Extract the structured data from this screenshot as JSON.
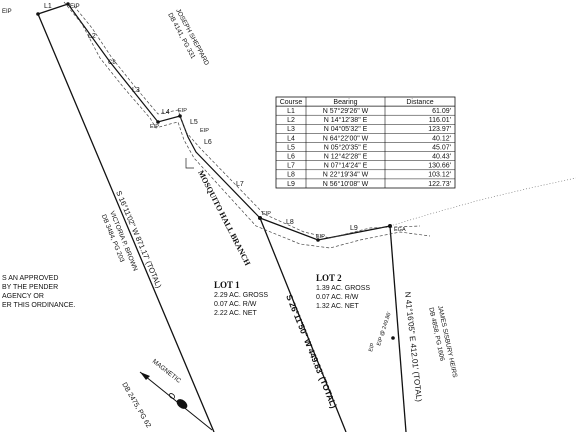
{
  "course_table": {
    "headers": [
      "Course",
      "Bearing",
      "Distance"
    ],
    "rows": [
      [
        "L1",
        "N 57°29'26\" W",
        "61.09'"
      ],
      [
        "L2",
        "N 14°12'38\" E",
        "116.01'"
      ],
      [
        "L3",
        "N 04°05'32\" E",
        "123.97'"
      ],
      [
        "L4",
        "N 64°22'00\" W",
        "40.12'"
      ],
      [
        "L5",
        "N 05°20'35\" E",
        "45.07'"
      ],
      [
        "L6",
        "N 12°42'28\" E",
        "40.43'"
      ],
      [
        "L7",
        "N 07°14'24\" E",
        "130.66'"
      ],
      [
        "L8",
        "N 22°19'34\" W",
        "103.12'"
      ],
      [
        "L9",
        "N 56°10'08\" W",
        "122.73'"
      ]
    ]
  },
  "line_labels": [
    "L1",
    "L2",
    "L3",
    "L4",
    "L5",
    "L6",
    "L7",
    "L8",
    "L9"
  ],
  "point_labels": {
    "eip_top_left": "EIP",
    "eip_top_right": "EIP",
    "eip_l4": "EIP",
    "eip_l5": "EIP",
    "eip_l6": "EIP",
    "eip_branch": "EIP",
    "eip_l8": "EIP",
    "ega": "EGA",
    "eip_right_line": "EIP"
  },
  "adjoiners": {
    "sheppard_name": "JOSEPH SHEPPARD",
    "sheppard_deed": "DB 4141, PG 331",
    "brown_name": "VICTORIA P. BROWN",
    "brown_deed": "DB 3484, PG 203",
    "sisbury_name": "JAMES SISBURY HEIRS",
    "sisbury_deed": "DB 4858, PG 1606"
  },
  "branch_label": "MOSQUITO HALL BRANCH",
  "boundary_labels": {
    "west": "S 16°11'02\" W 871.17' (TOTAL)",
    "middle": "S 26°11'50\" W 449.83' (TOTAL)",
    "east": "N 41°16'05\" E 412.01' (TOTAL)"
  },
  "lots": [
    {
      "title": "LOT 1",
      "gross": "2.29 AC. GROSS",
      "rw": "0.07 AC. R/W",
      "net": "2.22 AC. NET"
    },
    {
      "title": "LOT 2",
      "gross": "1.39 AC. GROSS",
      "rw": "0.07 AC. R/W",
      "net": "1.32 AC. NET"
    }
  ],
  "note_lines": [
    "S AN APPROVED",
    "BY THE PENDER",
    "AGENCY OR",
    "ER THIS ORDINANCE."
  ],
  "east_segment_label": "EIP @ 249.86'",
  "magnetic_label": "MAGNETIC",
  "bottom_deed": "DB 2475, PG 62"
}
